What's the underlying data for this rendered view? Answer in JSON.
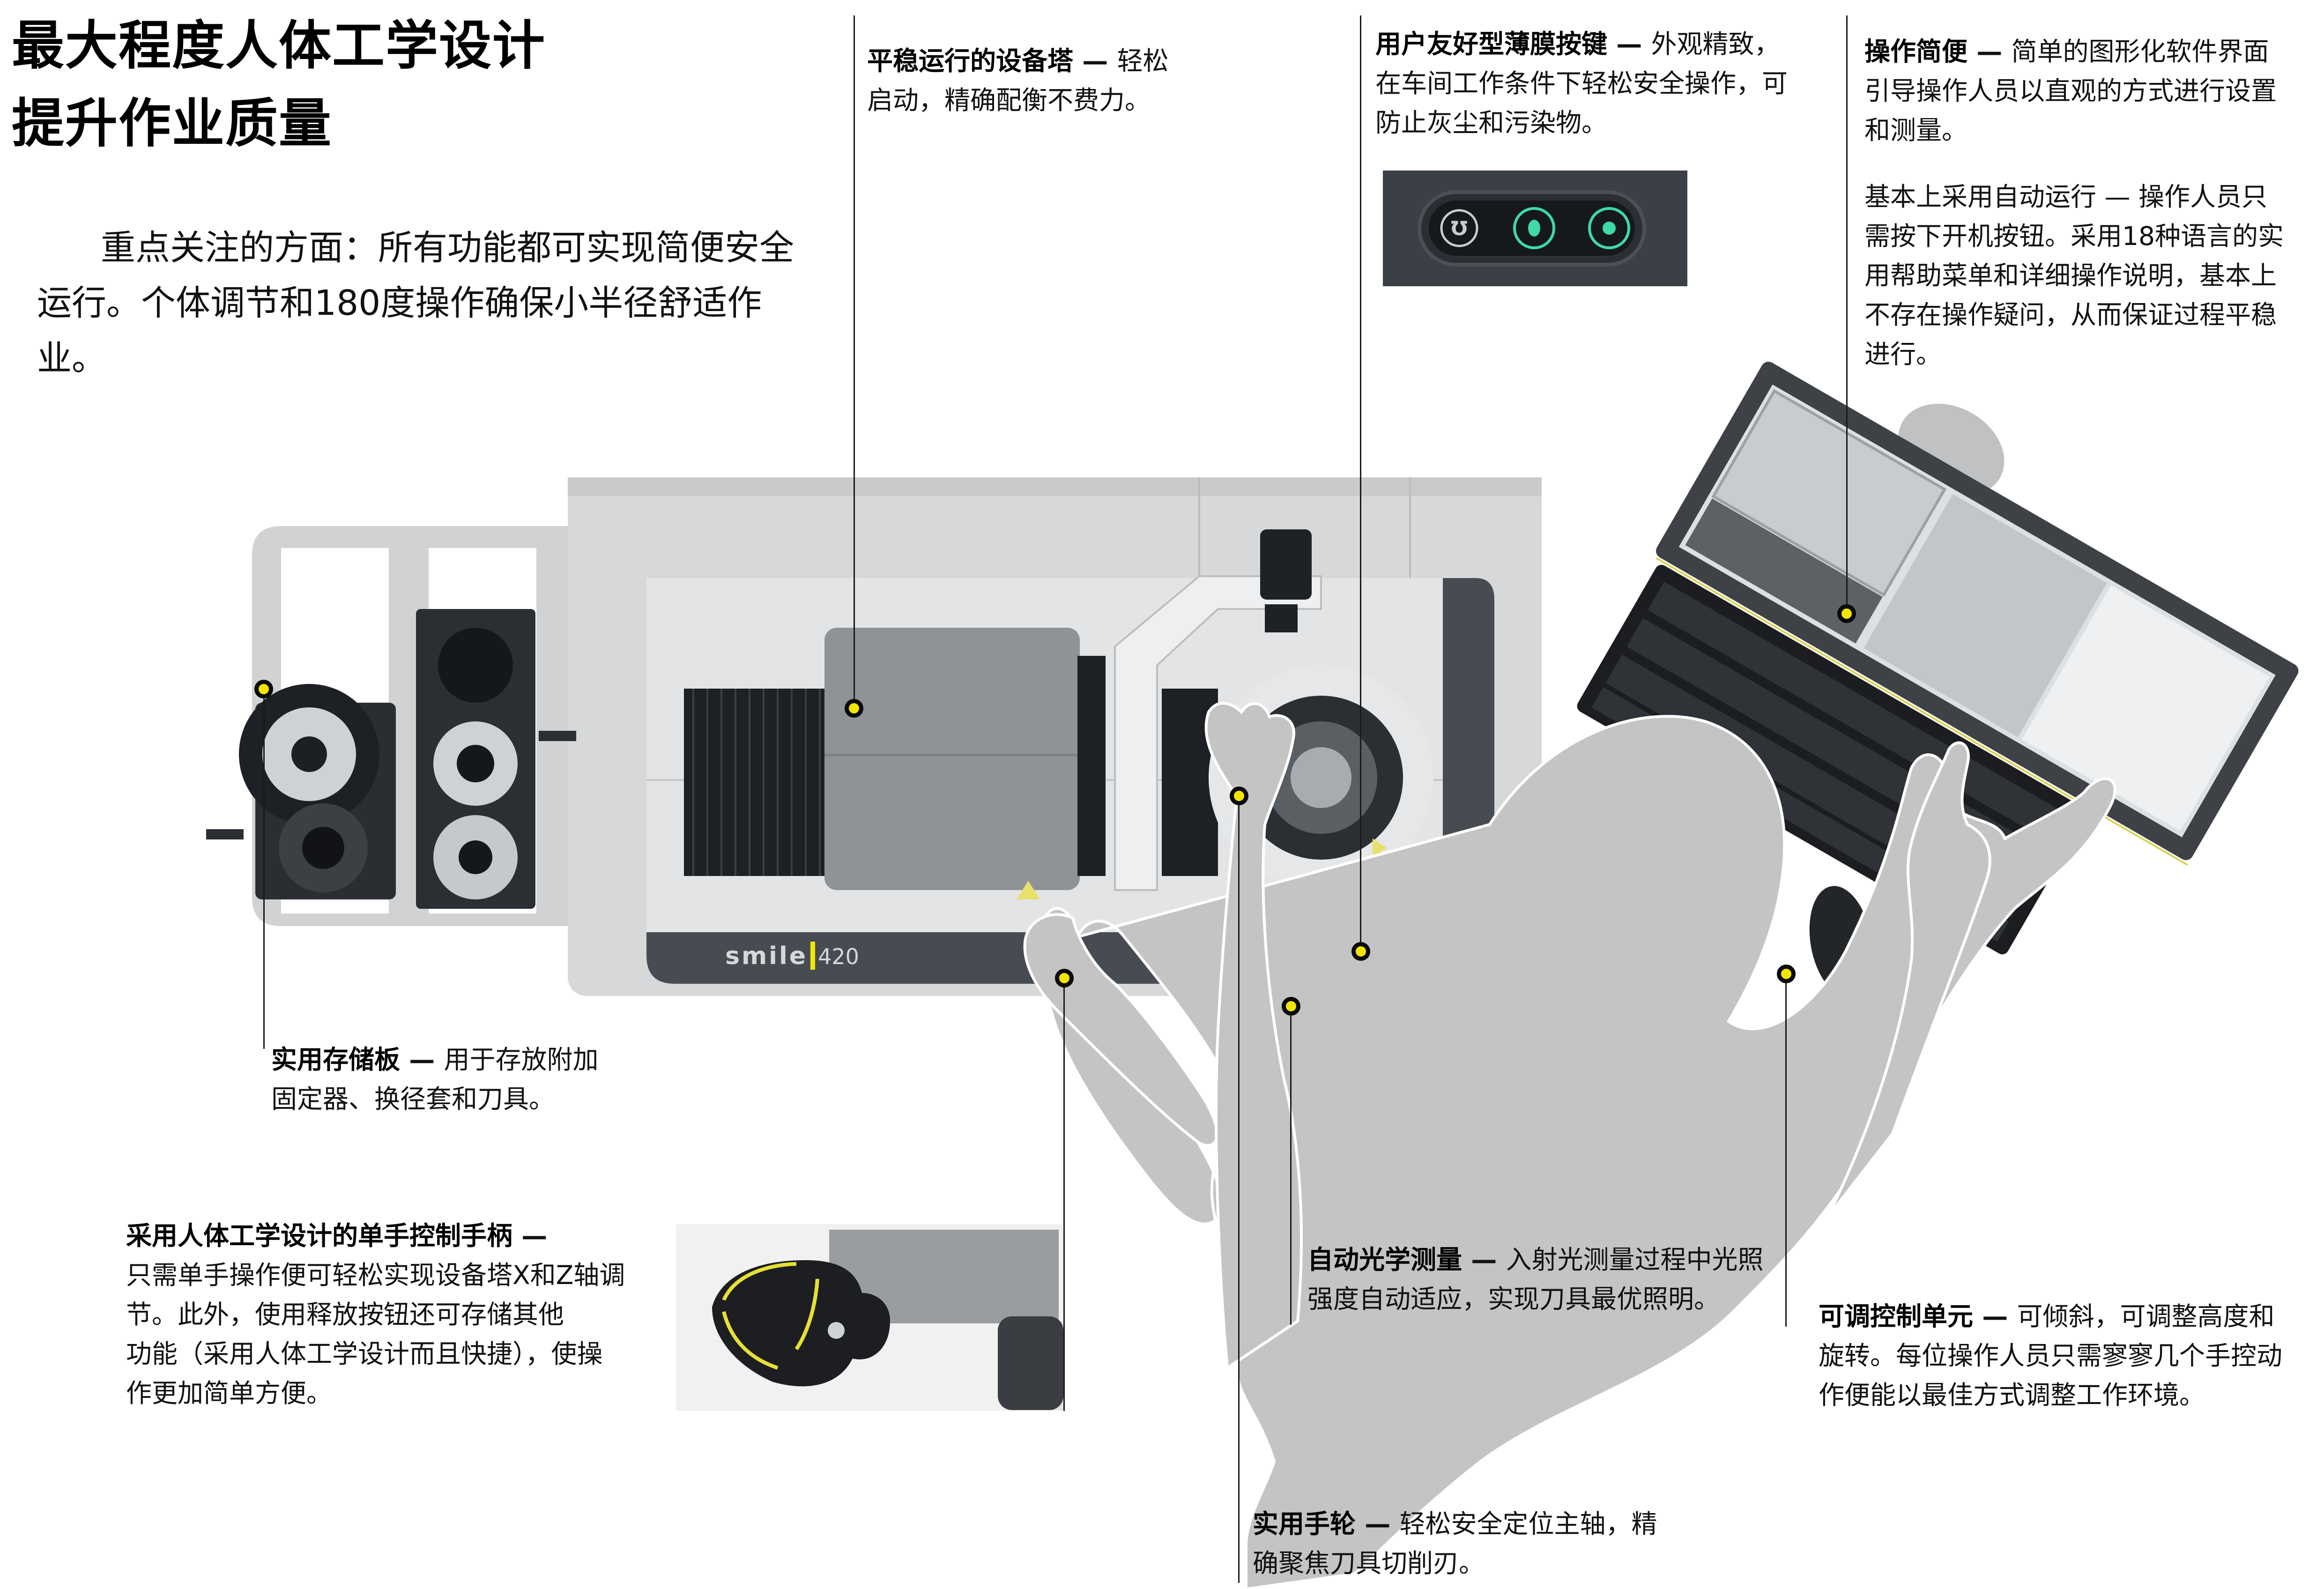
{
  "heading": {
    "line1": "最大程度人体工学设计",
    "line2": "提升作业质量"
  },
  "intro": {
    "line1": "重点关注的方面：所有功能都可实现简便安全",
    "line2": "运行。个体调节和180度操作确保小半径舒适作业。"
  },
  "callouts": {
    "tower": {
      "title": "平稳运行的设备塔",
      "dash": "—",
      "text1": "轻松",
      "text2": "启动，精确配衡不费力。"
    },
    "membrane_keys": {
      "title": "用户友好型薄膜按键",
      "dash": "—",
      "text1": "外观精致，",
      "text2": "在车间工作条件下轻松安全操作，可",
      "text3": "防止灰尘和污染物。"
    },
    "easy_operation": {
      "title": "操作简便",
      "dash": "—",
      "text1": "简单的图形化软件界面",
      "text2": "引导操作人员以直观的方式进行设置",
      "text3": "和测量。"
    },
    "automatic_operation": {
      "line1": "基本上采用自动运行 — 操作人员只",
      "line2": "需按下开机按钮。采用18种语言的实",
      "line3": "用帮助菜单和详细操作说明，基本上",
      "line4": "不存在操作疑问，从而保证过程平稳",
      "line5": "进行。"
    },
    "storage": {
      "title": "实用存储板",
      "dash": "—",
      "text1": "用于存放附加",
      "text2": "固定器、换径套和刀具。"
    },
    "joystick": {
      "title": "采用人体工学设计的单手控制手柄",
      "dash": "—",
      "line1": "只需单手操作便可轻松实现设备塔X和Z轴调",
      "line2": "节。此外，使用释放按钮还可存储其他",
      "line3": "功能（采用人体工学设计而且快捷），使操",
      "line4": "作更加简单方便。"
    },
    "optical": {
      "title": "自动光学测量",
      "dash": "—",
      "text1": "入射光测量过程中光照",
      "text2": "强度自动适应，实现刀具最优照明。"
    },
    "control_unit": {
      "title": "可调控制单元",
      "dash": "—",
      "text1": "可倾斜，可调整高度和",
      "text2": "旋转。每位操作人员只需寥寥几个手控动",
      "text3": "作便能以最佳方式调整工作环境。"
    },
    "handwheel": {
      "title": "实用手轮",
      "dash": "—",
      "text1": "轻松安全定位主轴，精",
      "text2": "确聚焦刀具切削刃。"
    }
  },
  "machine": {
    "logo_brand": "smile",
    "logo_model": "420"
  },
  "colors": {
    "accent_yellow": "#f2e600",
    "silhouette_gray": "#c4c4c4",
    "machine_light": "#d4d6d8",
    "machine_dark": "#474c52",
    "membrane_glow": "#3fd9a6"
  }
}
